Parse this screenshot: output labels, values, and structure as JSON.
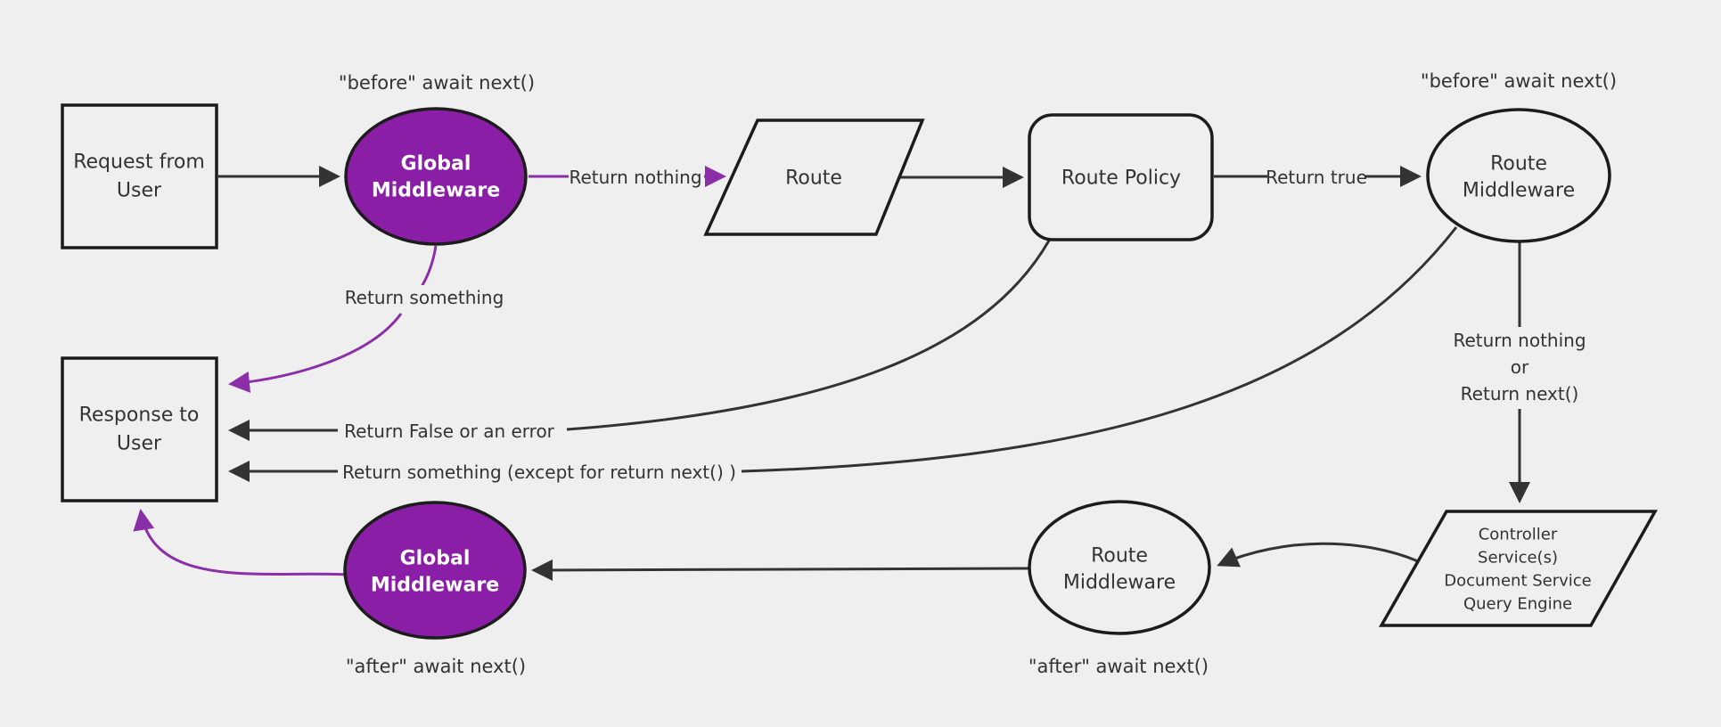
{
  "colors": {
    "background": "#efefef",
    "node_fill": "#efefef",
    "node_border": "#1c1c1c",
    "edge": "#333333",
    "purple_fill": "#8a1ea6",
    "purple": "#8b2fa8",
    "dark_text": "#333333",
    "light_text": "#ffffff"
  },
  "nodes": {
    "request": {
      "line1": "Request from",
      "line2": "User"
    },
    "global_middleware_top": {
      "line1": "Global",
      "line2": "Middleware"
    },
    "route": {
      "label": "Route"
    },
    "route_policy": {
      "label": "Route Policy"
    },
    "route_middleware_top": {
      "line1": "Route",
      "line2": "Middleware"
    },
    "controller_services": {
      "line1": "Controller",
      "line2": "Service(s)",
      "line3": "Document Service",
      "line4": "Query Engine"
    },
    "route_middleware_bottom": {
      "line1": "Route",
      "line2": "Middleware"
    },
    "global_middleware_bottom": {
      "line1": "Global",
      "line2": "Middleware"
    },
    "response": {
      "line1": "Response to",
      "line2": "User"
    }
  },
  "edge_labels": {
    "return_nothing": "Return nothing",
    "return_true": "Return true",
    "return_nothing_or_line1": "Return nothing",
    "return_nothing_or_line2": "or",
    "return_nothing_or_line3": "Return next()",
    "return_something": "Return something",
    "return_false_or_error": "Return False or an error",
    "return_something_except": "Return something (except for return next() )"
  },
  "annotations": {
    "before_global": "\"before\" await next()",
    "before_route": "\"before\" await next()",
    "after_route": "\"after\" await next()",
    "after_global": "\"after\" await next()"
  }
}
